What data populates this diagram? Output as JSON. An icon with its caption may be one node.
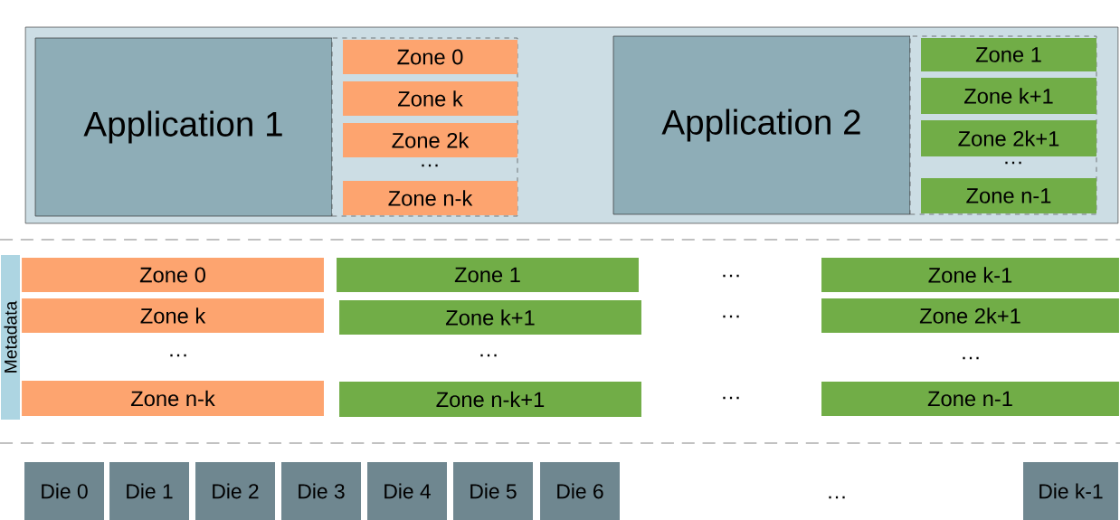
{
  "diagram": {
    "nodes": [
      {
        "text": [],
        "shape": "box"
      },
      {
        "text": [
          "Application 1"
        ],
        "in": 0
      },
      {
        "text": [],
        "shape": "box",
        "in": 0
      },
      {
        "text": [
          "Zone 0"
        ],
        "in": 2
      },
      {
        "text": [
          "Zone k"
        ],
        "in": 2
      },
      {
        "text": [
          "Zone 2k"
        ],
        "in": 2
      },
      {
        "text": [
          "Zone n-k"
        ],
        "in": 2
      },
      {
        "text": [
          "Application 2"
        ],
        "in": 0
      },
      {
        "text": [],
        "shape": "box",
        "in": 0
      },
      {
        "text": [
          "Zone 1"
        ],
        "in": 8
      },
      {
        "text": [
          "Zone k+1"
        ],
        "in": 8
      },
      {
        "text": [
          "Zone 2k+1"
        ],
        "in": 8
      },
      {
        "text": [
          "Zone n-1"
        ],
        "in": 8
      },
      {
        "text": [
          "Metadata"
        ]
      },
      {
        "text": [
          "Zone 0"
        ]
      },
      {
        "text": [
          "Zone 1"
        ]
      },
      {
        "text": [
          "Zone k-1"
        ]
      },
      {
        "text": [
          "Zone k"
        ]
      },
      {
        "text": [
          "Zone k+1"
        ]
      },
      {
        "text": [
          "Zone 2k+1"
        ]
      },
      {
        "text": [
          "Zone n-k"
        ]
      },
      {
        "text": [
          "Zone n-k+1"
        ]
      },
      {
        "text": [
          "Zone n-1"
        ]
      },
      {
        "text": [
          "Die 0"
        ]
      },
      {
        "text": [
          "Die 1"
        ]
      },
      {
        "text": [
          "Die 2"
        ]
      },
      {
        "text": [
          "Die 3"
        ]
      },
      {
        "text": [
          "Die 4"
        ]
      },
      {
        "text": [
          "Die 5"
        ]
      },
      {
        "text": [
          "Die 6"
        ]
      },
      {
        "text": [
          "Die k-1"
        ]
      }
    ],
    "labels": [
      "…",
      "…",
      "…",
      "…",
      "…",
      "…",
      "…",
      "…",
      "…"
    ]
  }
}
